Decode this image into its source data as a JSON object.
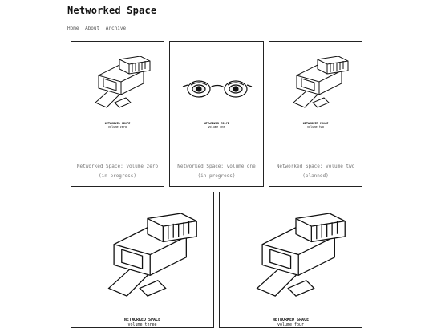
{
  "site": {
    "title": "Networked Space"
  },
  "nav": [
    {
      "label": "Home"
    },
    {
      "label": "About"
    },
    {
      "label": "Archive"
    }
  ],
  "books": [
    {
      "cover_title": "NETWORKED SPACE",
      "cover_subtitle": "volume zero",
      "caption": "Networked Space: volume zero",
      "status": "(in progress)",
      "icon": "ethernet-plug-icon"
    },
    {
      "cover_title": "NETWORKED SPACE",
      "cover_subtitle": "volume one",
      "caption": "Networked Space: volume one",
      "status": "(in progress)",
      "icon": "eyeglasses-icon"
    },
    {
      "cover_title": "NETWORKED SPACE",
      "cover_subtitle": "volume two",
      "caption": "Networked Space: volume two",
      "status": "(planned)",
      "icon": "ethernet-plug-icon"
    },
    {
      "cover_title": "NETWORKED SPACE",
      "cover_subtitle": "volume three",
      "icon": "ethernet-plug-icon"
    },
    {
      "cover_title": "NETWORKED SPACE",
      "cover_subtitle": "volume four",
      "icon": "ethernet-plug-icon"
    }
  ]
}
